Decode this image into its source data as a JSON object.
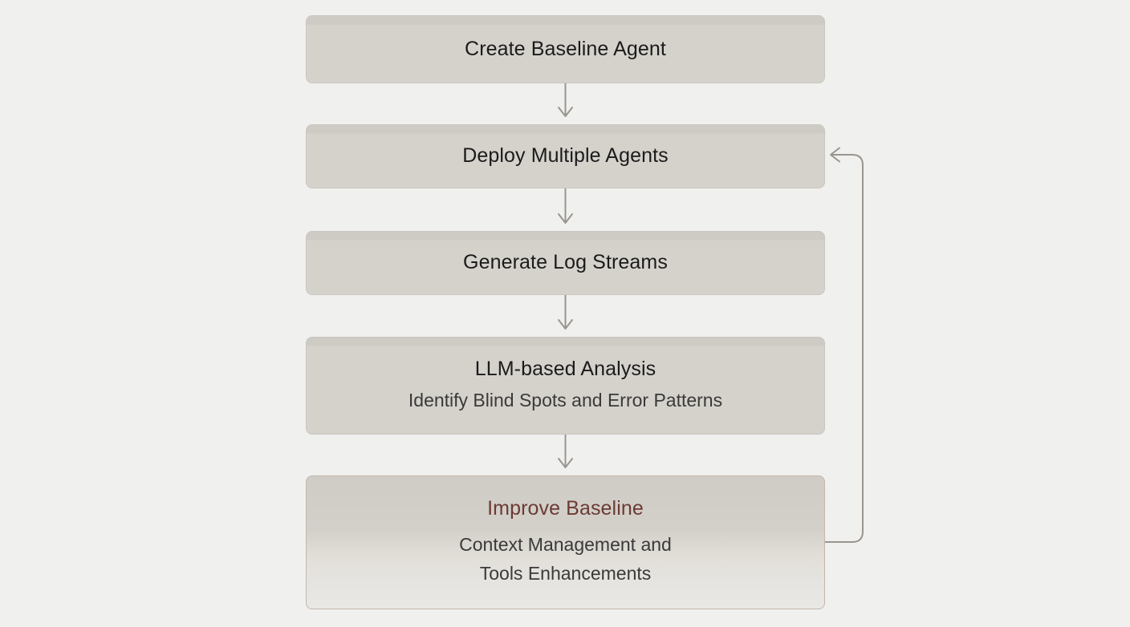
{
  "diagram": {
    "type": "flowchart",
    "background_color": "#f0f0ef",
    "accent_color": "#6b3b33",
    "node_fill_color": "#d5d2cc",
    "connector_color": "#9a968e",
    "nodes": [
      {
        "id": "create",
        "title": "Create Baseline Agent",
        "subtitle_lines": []
      },
      {
        "id": "deploy",
        "title": "Deploy Multiple Agents",
        "subtitle_lines": []
      },
      {
        "id": "generate",
        "title": "Generate Log Streams",
        "subtitle_lines": []
      },
      {
        "id": "analysis",
        "title": "LLM-based Analysis",
        "subtitle_lines": [
          "Identify Blind Spots and Error Patterns"
        ]
      },
      {
        "id": "improve",
        "title": "Improve Baseline",
        "subtitle_lines": [
          "Context Management and",
          "Tools Enhancements"
        ]
      }
    ],
    "edges": [
      {
        "id": "create-to-deploy",
        "from": "create",
        "to": "deploy",
        "style": "straight-down",
        "label": ""
      },
      {
        "id": "deploy-to-generate",
        "from": "deploy",
        "to": "generate",
        "style": "straight-down",
        "label": ""
      },
      {
        "id": "generate-to-analysis",
        "from": "generate",
        "to": "analysis",
        "style": "straight-down",
        "label": ""
      },
      {
        "id": "analysis-to-improve",
        "from": "analysis",
        "to": "improve",
        "style": "straight-down",
        "label": ""
      },
      {
        "id": "improve-to-deploy",
        "from": "improve",
        "to": "deploy",
        "style": "feedback-loop-right",
        "label": ""
      }
    ]
  }
}
